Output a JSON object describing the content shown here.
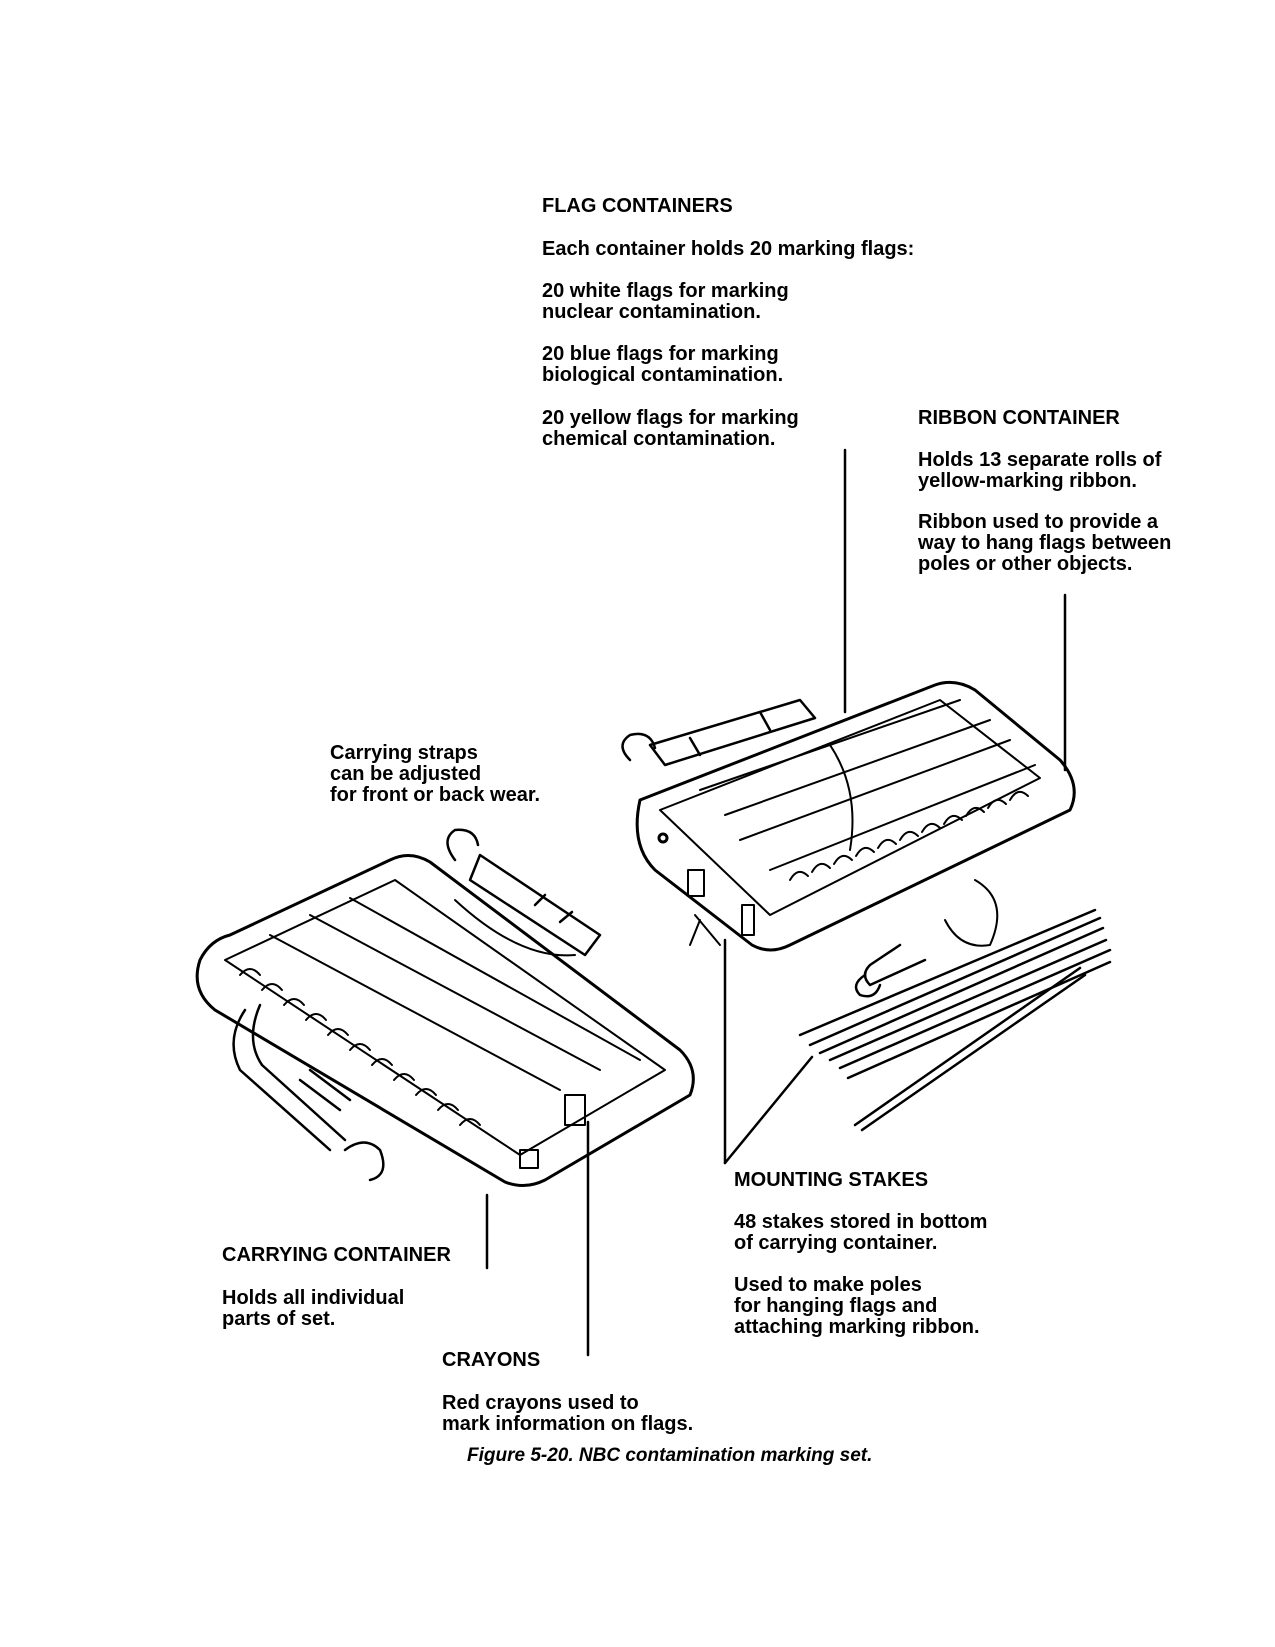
{
  "flag": {
    "heading": "FLAG CONTAINERS",
    "intro": "Each container holds 20 marking flags:",
    "white": "20 white flags for marking\nnuclear contamination.",
    "blue": "20 blue flags for marking\nbiological contamination.",
    "yellow": "20 yellow flags for marking\nchemical contamination."
  },
  "ribbon": {
    "heading": "RIBBON CONTAINER",
    "holds": "Holds 13 separate rolls of\nyellow-marking ribbon.",
    "use": "Ribbon used to provide a\nway to hang flags between\npoles or other objects."
  },
  "straps": {
    "text": "Carrying straps\ncan be adjusted\nfor front or back wear."
  },
  "carrying": {
    "heading": "CARRYING CONTAINER",
    "text": "Holds all individual\nparts of set."
  },
  "crayons": {
    "heading": "CRAYONS",
    "text": "Red crayons used to\nmark information on flags."
  },
  "stakes": {
    "heading": "MOUNTING STAKES",
    "stored": "48 stakes stored in bottom\nof carrying container.",
    "use": "Used to make poles\nfor hanging flags and\nattaching marking ribbon."
  },
  "caption": "Figure 5-20. NBC contamination marking set."
}
